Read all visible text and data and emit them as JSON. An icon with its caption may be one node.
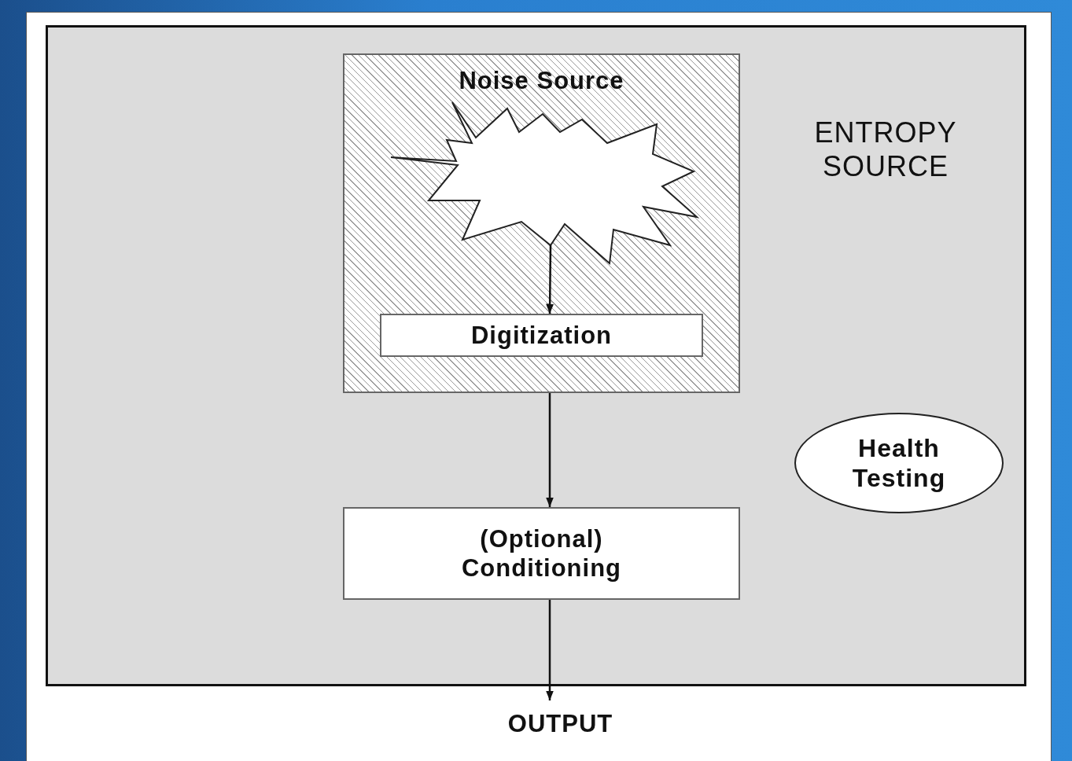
{
  "diagram": {
    "nodes": [
      {
        "text": [
          "ENTROPY SOURCE"
        ]
      },
      {
        "text": [
          "Noise Source"
        ],
        "in": 0
      },
      {
        "text": [],
        "shape": "starburst",
        "in": 1
      },
      {
        "text": [
          "Digitization"
        ],
        "in": 1
      },
      {
        "text": [
          "(Optional) Conditioning"
        ],
        "in": 0
      },
      {
        "text": [
          "Health Testing"
        ],
        "in": 0
      },
      {
        "text": [
          "OUTPUT"
        ]
      }
    ],
    "edges": [
      {
        "from": 2,
        "to": 3,
        "arrow": "to"
      },
      {
        "from": 1,
        "to": 4,
        "arrow": "to"
      },
      {
        "from": 4,
        "to": 6,
        "arrow": "to"
      }
    ]
  }
}
